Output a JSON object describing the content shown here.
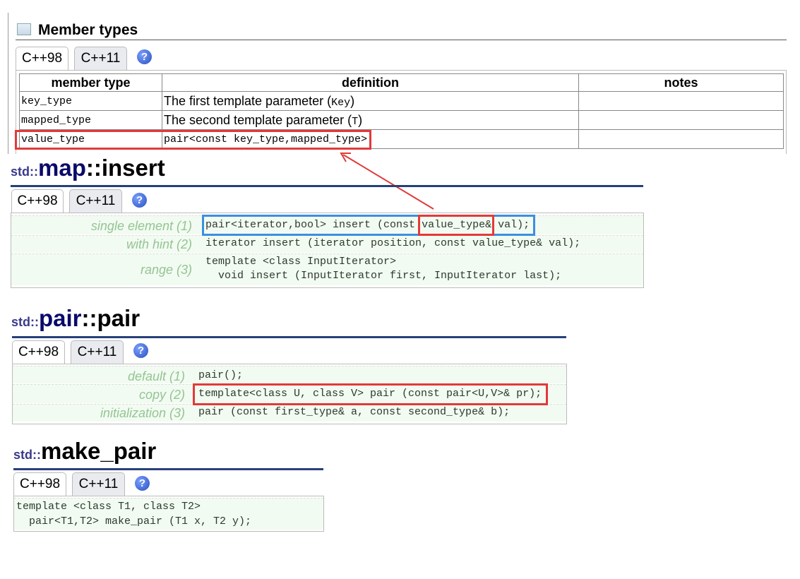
{
  "member_types": {
    "title": "Member types",
    "tabs": [
      "C++98",
      "C++11"
    ],
    "help": "?",
    "headers": [
      "member type",
      "definition",
      "notes"
    ],
    "rows": [
      {
        "type": "key_type",
        "def_text": "The first template parameter (",
        "def_code": "Key",
        "def_end": ")"
      },
      {
        "type": "mapped_type",
        "def_text": "The second template parameter (",
        "def_code": "T",
        "def_end": ")"
      },
      {
        "type": "value_type",
        "def_code_full": "pair<const key_type,mapped_type>"
      }
    ]
  },
  "insert": {
    "std": "std::",
    "class": "map",
    "fn": "::insert",
    "tabs": [
      "C++98",
      "C++11"
    ],
    "help": "?",
    "labels": [
      "single element (1)",
      "with hint (2)",
      "range (3)"
    ],
    "code": [
      {
        "a": "pair<iterator,bool> insert (const ",
        "b": "value_type&",
        "c": " val);"
      },
      {
        "a": "iterator insert (iterator position, const value_type& val);"
      },
      {
        "a": "template <class InputIterator>",
        "b": "  void insert (InputIterator first, InputIterator last);"
      }
    ]
  },
  "pair": {
    "std": "std::",
    "class": "pair",
    "fn": "::pair",
    "tabs": [
      "C++98",
      "C++11"
    ],
    "help": "?",
    "labels": [
      "default (1)",
      "copy (2)",
      "initialization (3)"
    ],
    "code": [
      "pair();",
      "template<class U, class V> pair (const pair<U,V>& pr);",
      "pair (const first_type& a, const second_type& b);"
    ]
  },
  "make_pair": {
    "std": "std::",
    "fn": "make_pair",
    "tabs": [
      "C++98",
      "C++11"
    ],
    "help": "?",
    "code": [
      "template <class T1, class T2>",
      "  pair<T1,T2> make_pair (T1 x, T2 y);"
    ]
  },
  "colors": {
    "red_highlight": "#e23a3a",
    "blue_highlight": "#3b8fe0",
    "title_bar": "#27407a"
  }
}
